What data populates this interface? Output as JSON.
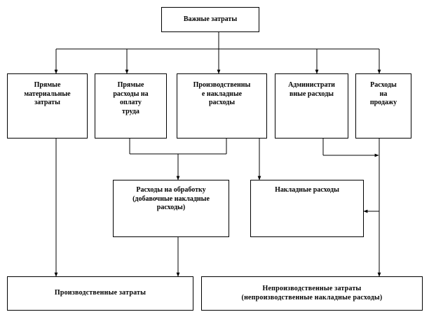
{
  "diagram": {
    "top": "Важные затраты",
    "direct_materials": "Прямые\nматериальные\nзатраты",
    "direct_labor": "Прямые\nрасходы на\nоплату\nтруда",
    "production_overhead": "Производственны\nе накладные\nрасходы",
    "administrative": "Администрати\nвные расходы",
    "selling": "Расходы\nна\nпродажу",
    "processing": "Расходы на обработку\n(добавочные накладные\nрасходы)",
    "overhead": "Накладные  расходы",
    "production_costs": "Производственные  затраты",
    "nonproduction_costs": "Непроизводственные  затраты\n(непроизводственные  накладные  расходы)"
  }
}
